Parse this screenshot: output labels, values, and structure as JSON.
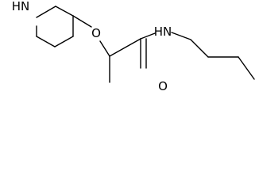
{
  "molecule": {
    "atoms": {
      "piperidine_n": "HN",
      "ether_o": "O",
      "amide_n": "HN",
      "carbonyl_o": "O"
    }
  }
}
